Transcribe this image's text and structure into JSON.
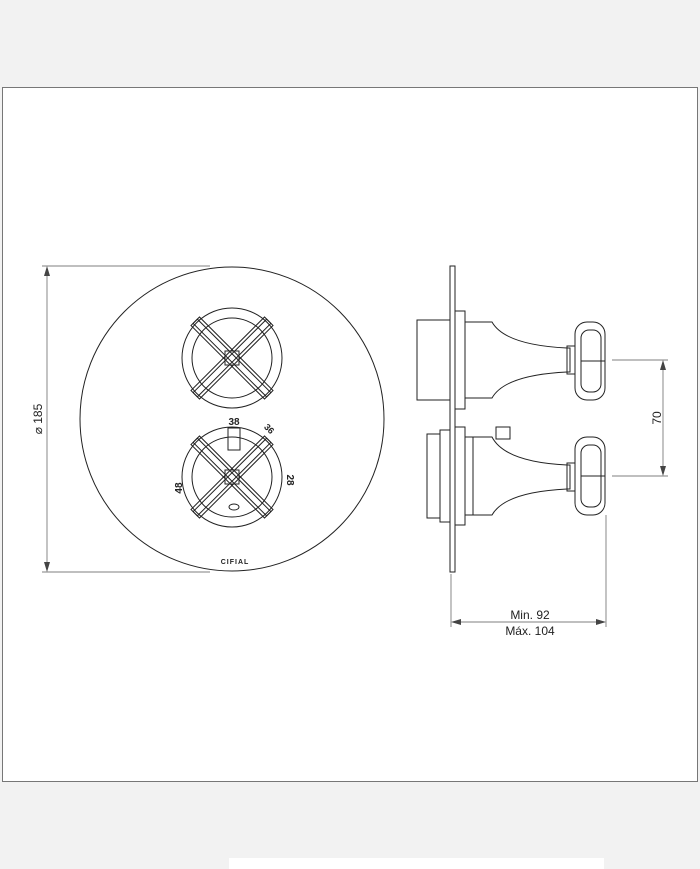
{
  "drawing": {
    "diameter_label": "⌀ 185",
    "temp_38": "38",
    "temp_36": "36",
    "temp_28": "28",
    "temp_48": "48",
    "brand": "CIFIAL",
    "spacing_label": "70",
    "min_label": "Min. 92",
    "max_label": "Máx. 104"
  }
}
